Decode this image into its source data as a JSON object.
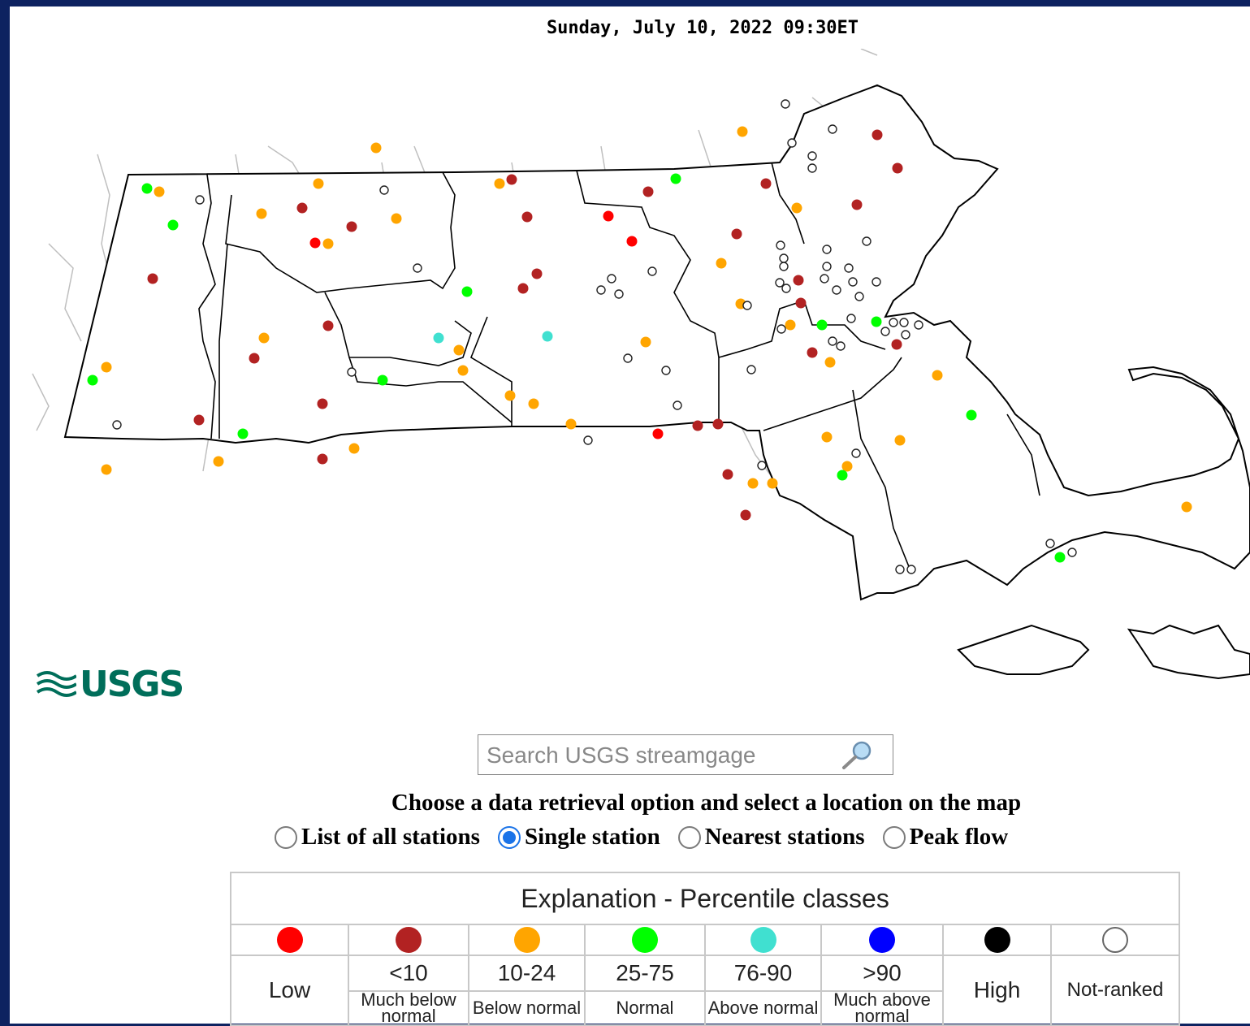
{
  "header": {
    "timestamp": "Sunday, July 10, 2022 09:30ET"
  },
  "logo": {
    "text": "USGS"
  },
  "search": {
    "placeholder": "Search USGS streamgage"
  },
  "prompt": "Choose a data retrieval option and select a location on the map",
  "options": [
    {
      "label": "List of all stations",
      "checked": false
    },
    {
      "label": "Single station",
      "checked": true
    },
    {
      "label": "Nearest stations",
      "checked": false
    },
    {
      "label": "Peak flow",
      "checked": false
    }
  ],
  "legend": {
    "title": "Explanation - Percentile classes",
    "classes": [
      {
        "color": "#ff0000",
        "range": "Low",
        "desc": ""
      },
      {
        "color": "#b22222",
        "range": "<10",
        "desc": "Much below normal"
      },
      {
        "color": "#ffa500",
        "range": "10-24",
        "desc": "Below normal"
      },
      {
        "color": "#00ff00",
        "range": "25-75",
        "desc": "Normal"
      },
      {
        "color": "#40e0d0",
        "range": "76-90",
        "desc": "Above normal"
      },
      {
        "color": "#0000ff",
        "range": ">90",
        "desc": "Much above normal"
      },
      {
        "color": "#000000",
        "range": "High",
        "desc": ""
      },
      {
        "color": "#ffffff",
        "range": "Not-ranked",
        "desc": ""
      }
    ]
  },
  "colors": {
    "frame": "#0d2260",
    "logo": "#006e5a"
  }
}
